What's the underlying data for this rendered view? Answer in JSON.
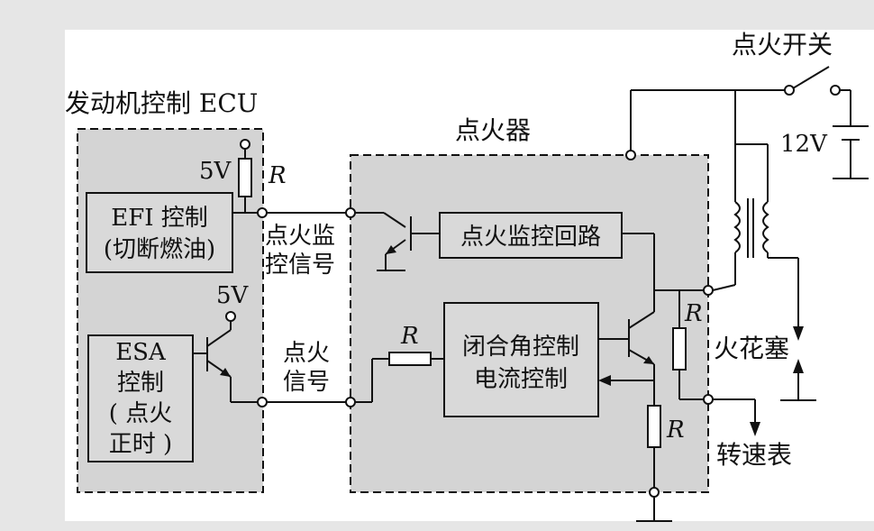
{
  "ecu": {
    "title": "发动机控制 ECU",
    "efi_line1": "EFI 控制",
    "efi_line2": "(切断燃油)",
    "esa_line1": "ESA",
    "esa_line2": "控制",
    "esa_line3": "( 点火",
    "esa_line4": "正时 )",
    "v5_a": "5V",
    "v5_b": "5V",
    "r_label": "R"
  },
  "signals": {
    "monitor_line1": "点火监",
    "monitor_line2": "控信号",
    "ignite_line1": "点火",
    "ignite_line2": "信号"
  },
  "igniter": {
    "title": "点火器",
    "monitor_circuit": "点火监控回路",
    "dwell_line1": "闭合角控制",
    "dwell_line2": "电流控制",
    "r_input": "R",
    "r_right": "R",
    "r_bottom": "R"
  },
  "external": {
    "ignition_switch": "点火开关",
    "battery": "12V",
    "spark_plug": "火花塞",
    "tachometer": "转速表"
  }
}
